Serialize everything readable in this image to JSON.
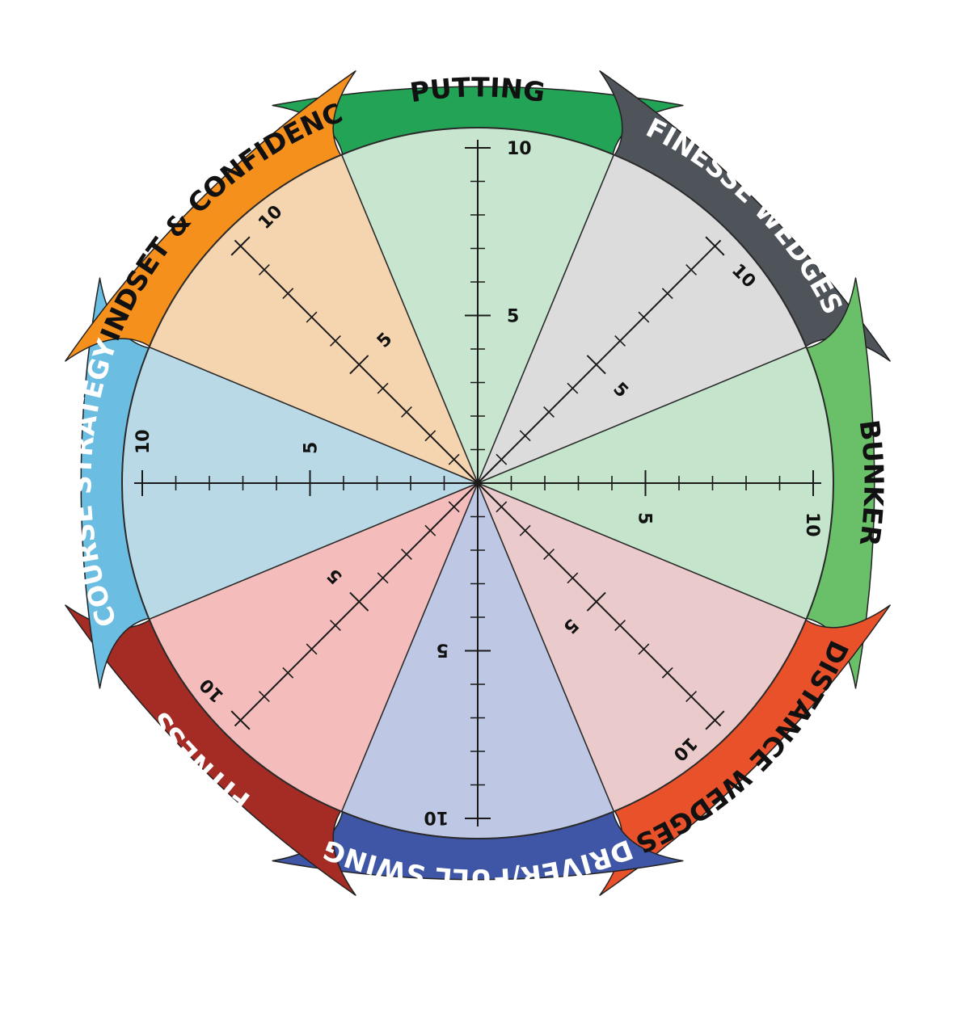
{
  "wheel": {
    "center_label": "",
    "segments": [
      {
        "label": "PUTTING",
        "tab_color": "#22a355",
        "fill_color": "#c7e5cf",
        "text_color": "#111111",
        "score_max": "10",
        "score_mid": "5"
      },
      {
        "label": "FINESSE WEDGES",
        "tab_color": "#4f545b",
        "fill_color": "#dcdcdc",
        "text_color": "#ffffff",
        "score_max": "10",
        "score_mid": "5"
      },
      {
        "label": "BUNKER",
        "tab_color": "#6abf69",
        "fill_color": "#c4e5cb",
        "text_color": "#111111",
        "score_max": "10",
        "score_mid": "5"
      },
      {
        "label": "DISTANCE WEDGES",
        "tab_color": "#e9512a",
        "fill_color": "#eacacb",
        "text_color": "#111111",
        "score_max": "10",
        "score_mid": "5"
      },
      {
        "label": "DRIVER/FULL SWING",
        "tab_color": "#3f56a6",
        "fill_color": "#bec7e3",
        "text_color": "#ffffff",
        "score_max": "10",
        "score_mid": "5"
      },
      {
        "label": "FITNESS",
        "tab_color": "#a42c25",
        "fill_color": "#f4bcbb",
        "text_color": "#ffffff",
        "score_max": "10",
        "score_mid": "5"
      },
      {
        "label": "COURSE STRATEGY",
        "tab_color": "#6bbde2",
        "fill_color": "#bad9e7",
        "text_color": "#ffffff",
        "score_max": "10",
        "score_mid": "5"
      },
      {
        "label": "MINDSET & CONFIDENCE",
        "tab_color": "#f6901d",
        "fill_color": "#f5d4b0",
        "text_color": "#111111",
        "score_max": "10",
        "score_mid": "5"
      }
    ]
  }
}
